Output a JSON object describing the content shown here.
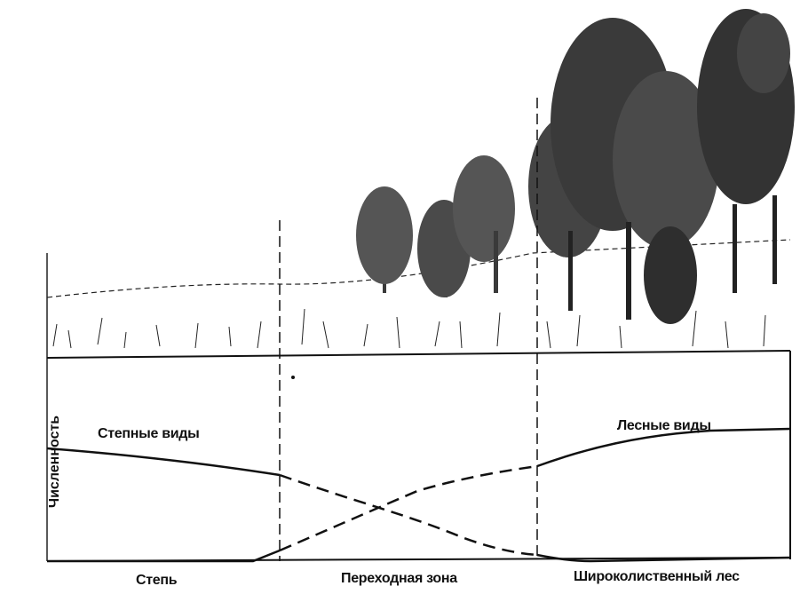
{
  "diagram": {
    "y_axis_label": "Численность",
    "zones": [
      "Степь",
      "Переходная зона",
      "Широколиственный лес"
    ],
    "series": [
      {
        "name": "Степные виды",
        "style": "solid-dashed-solid"
      },
      {
        "name": "Лесные виды",
        "style": "solid-dashed-solid"
      }
    ],
    "line_color": "#111111"
  }
}
